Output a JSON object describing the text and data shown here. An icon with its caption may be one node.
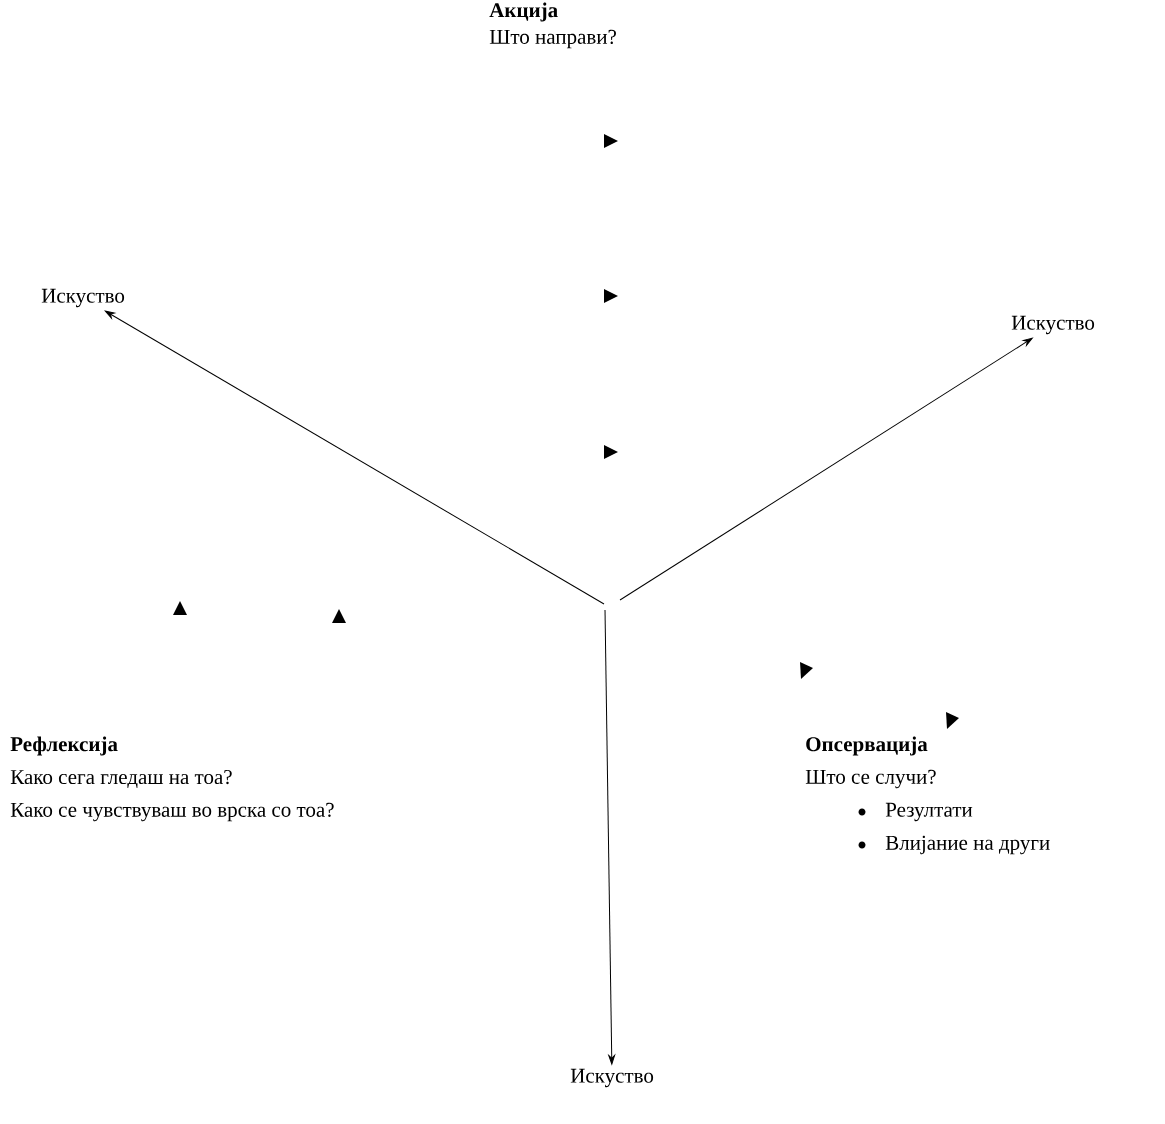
{
  "diagram": {
    "nodes": [
      {
        "text": [
          "Искуство"
        ]
      },
      {
        "text": [
          "Искуство"
        ]
      },
      {
        "text": [
          "Искуство"
        ]
      }
    ],
    "edges": [
      {
        "from": null,
        "to": 0,
        "arrow": "to"
      },
      {
        "from": null,
        "to": 1,
        "arrow": "to"
      },
      {
        "from": null,
        "to": 2,
        "arrow": "to"
      }
    ],
    "labels": [
      "Акција",
      "Што направи?",
      "Рефлексија",
      "Како сега гледаш на тоа?",
      "Како се чувствуваш во врска со тоа?",
      "Опсервација",
      "Што се случи?",
      "Резултати",
      "Влијание на други"
    ]
  }
}
